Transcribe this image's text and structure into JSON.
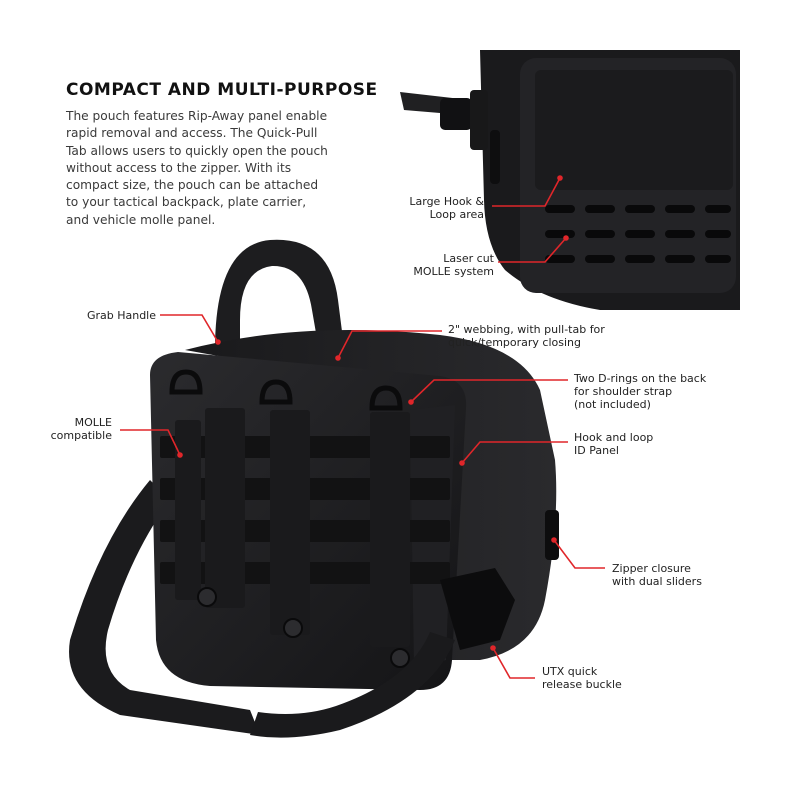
{
  "heading": "COMPACT AND MULTI-PURPOSE",
  "description_lines": [
    "The pouch features Rip-Away panel enable",
    "rapid removal and access. The Quick-Pull",
    "Tab allows users to quickly open the pouch",
    "without access to the zipper. With its",
    "compact size, the pouch can be attached",
    "to your tactical backpack, plate carrier,",
    "and vehicle molle panel."
  ],
  "callouts": {
    "hook_loop_area": [
      "Large Hook &",
      "Loop area"
    ],
    "laser_cut": [
      "Laser cut",
      "MOLLE system"
    ],
    "grab_handle": [
      "Grab Handle"
    ],
    "molle_compatible": [
      "MOLLE",
      "compatible"
    ],
    "webbing": [
      "2\" webbing, with pull-tab for",
      "quick/temporary closing"
    ],
    "d_rings": [
      "Two D-rings on the back",
      "for shoulder strap",
      "(not included)"
    ],
    "id_panel": [
      "Hook and loop",
      "ID Panel"
    ],
    "zipper": [
      "Zipper closure",
      "with dual sliders"
    ],
    "buckle": [
      "UTX quick",
      "release buckle"
    ]
  },
  "colors": {
    "leader_line": "#e0262a",
    "product": "#1c1c1e",
    "background": "#ffffff"
  }
}
